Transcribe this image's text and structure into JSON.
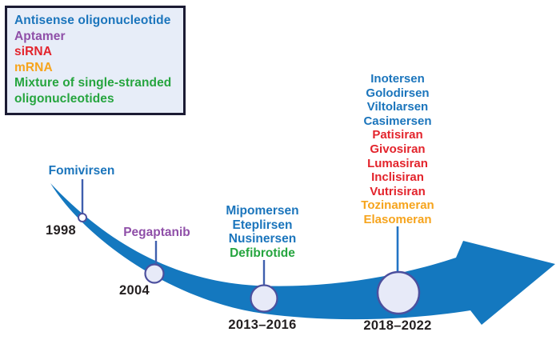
{
  "legend": {
    "items": [
      {
        "label": "Antisense oligonucleotide",
        "color": "#1b75bc"
      },
      {
        "label": "Aptamer",
        "color": "#8f4fa8"
      },
      {
        "label": "siRNA",
        "color": "#e3242c"
      },
      {
        "label": "mRNA",
        "color": "#f6a41d"
      },
      {
        "label": "Mixture of single-stranded oligonucleotides",
        "color": "#26a53f"
      }
    ]
  },
  "timeline": {
    "milestones": [
      {
        "year": "1998",
        "drugs": [
          {
            "name": "Fomivirsen",
            "color": "#1b75bc"
          }
        ]
      },
      {
        "year": "2004",
        "drugs": [
          {
            "name": "Pegaptanib",
            "color": "#8f4fa8"
          }
        ]
      },
      {
        "year": "2013–2016",
        "drugs": [
          {
            "name": "Mipomersen",
            "color": "#1b75bc"
          },
          {
            "name": "Eteplirsen",
            "color": "#1b75bc"
          },
          {
            "name": "Nusinersen",
            "color": "#1b75bc"
          },
          {
            "name": "Defibrotide",
            "color": "#26a53f"
          }
        ]
      },
      {
        "year": "2018–2022",
        "drugs": [
          {
            "name": "Inotersen",
            "color": "#1b75bc"
          },
          {
            "name": "Golodirsen",
            "color": "#1b75bc"
          },
          {
            "name": "Viltolarsen",
            "color": "#1b75bc"
          },
          {
            "name": "Casimersen",
            "color": "#1b75bc"
          },
          {
            "name": "Patisiran",
            "color": "#e3242c"
          },
          {
            "name": "Givosiran",
            "color": "#e3242c"
          },
          {
            "name": "Lumasiran",
            "color": "#e3242c"
          },
          {
            "name": "Inclisiran",
            "color": "#e3242c"
          },
          {
            "name": "Vutrisiran",
            "color": "#e3242c"
          },
          {
            "name": "Tozinameran",
            "color": "#f6a41d"
          },
          {
            "name": "Elasomeran",
            "color": "#f6a41d"
          }
        ]
      }
    ]
  },
  "colors": {
    "arrow": "#1478bf",
    "connector": "#3f5fae",
    "connector_bright": "#2274c5",
    "node_fill": "#e7eaf8",
    "node_fill_small": "#ffffff",
    "node_stroke": "#4c509e"
  }
}
